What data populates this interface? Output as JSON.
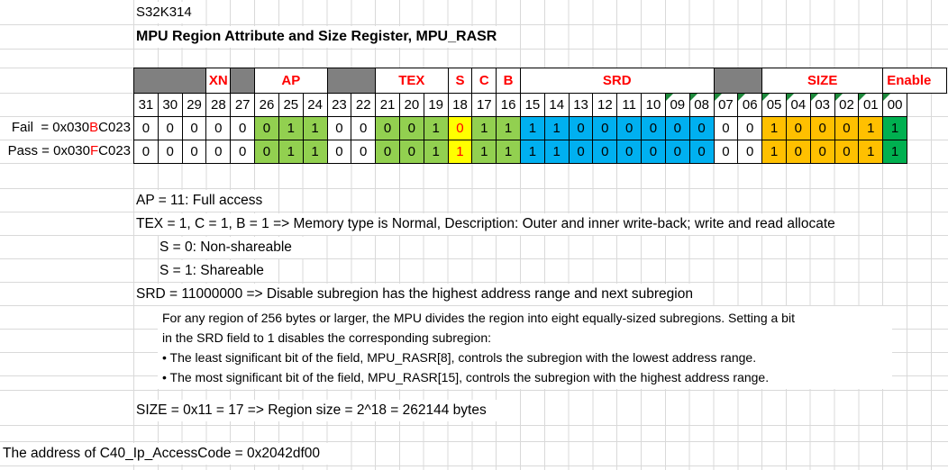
{
  "titles": {
    "chip": "S32K314",
    "register": "MPU Region Attribute and Size Register, MPU_RASR"
  },
  "register_table": {
    "fields": [
      {
        "label": "",
        "bits": 3,
        "type": "gray"
      },
      {
        "label": "XN",
        "bits": 1,
        "type": "field"
      },
      {
        "label": "",
        "bits": 1,
        "type": "gray"
      },
      {
        "label": "AP",
        "bits": 3,
        "type": "field"
      },
      {
        "label": "",
        "bits": 2,
        "type": "gray"
      },
      {
        "label": "TEX",
        "bits": 3,
        "type": "field"
      },
      {
        "label": "S",
        "bits": 1,
        "type": "field"
      },
      {
        "label": "C",
        "bits": 1,
        "type": "field"
      },
      {
        "label": "B",
        "bits": 1,
        "type": "field"
      },
      {
        "label": "SRD",
        "bits": 8,
        "type": "field"
      },
      {
        "label": "",
        "bits": 2,
        "type": "gray"
      },
      {
        "label": "SIZE",
        "bits": 5,
        "type": "field"
      },
      {
        "label": "Enable",
        "bits": 1,
        "type": "field"
      }
    ],
    "bit_numbers": [
      "31",
      "30",
      "29",
      "28",
      "27",
      "26",
      "25",
      "24",
      "23",
      "22",
      "21",
      "20",
      "19",
      "18",
      "17",
      "16",
      "15",
      "14",
      "13",
      "12",
      "11",
      "10",
      "09",
      "08",
      "07",
      "06",
      "05",
      "04",
      "03",
      "02",
      "01",
      "00"
    ],
    "flagged_bit_numbers": [
      "09",
      "08",
      "07",
      "06",
      "05",
      "04",
      "03",
      "02",
      "01",
      "00"
    ],
    "cell_colors": [
      "w",
      "w",
      "w",
      "w",
      "w",
      "g",
      "g",
      "g",
      "w",
      "w",
      "g",
      "g",
      "g",
      "y",
      "g",
      "g",
      "b",
      "b",
      "b",
      "b",
      "b",
      "b",
      "b",
      "b",
      "w",
      "w",
      "o",
      "o",
      "o",
      "o",
      "o",
      "e"
    ],
    "color_map": {
      "w": "#FFFFFF",
      "g": "#92D050",
      "y": "#FFFF00",
      "b": "#00B0F0",
      "o": "#FFC000",
      "e": "#00B050"
    },
    "rows": [
      {
        "label_prefix": "Fail  = 0x030",
        "label_red": "B",
        "label_suffix": "C023",
        "bits": [
          "0",
          "0",
          "0",
          "0",
          "0",
          "0",
          "1",
          "1",
          "0",
          "0",
          "0",
          "0",
          "1",
          "0",
          "1",
          "1",
          "1",
          "1",
          "0",
          "0",
          "0",
          "0",
          "0",
          "0",
          "0",
          "0",
          "1",
          "0",
          "0",
          "0",
          "1",
          "1"
        ]
      },
      {
        "label_prefix": "Pass = 0x030",
        "label_red": "F",
        "label_suffix": "C023",
        "bits": [
          "0",
          "0",
          "0",
          "0",
          "0",
          "0",
          "1",
          "1",
          "0",
          "0",
          "0",
          "0",
          "1",
          "1",
          "1",
          "1",
          "1",
          "1",
          "0",
          "0",
          "0",
          "0",
          "0",
          "0",
          "0",
          "0",
          "1",
          "0",
          "0",
          "0",
          "1",
          "1"
        ]
      }
    ]
  },
  "notes": {
    "ap": "AP = 11: Full access",
    "tex": "TEX = 1, C = 1, B = 1 => Memory type is Normal, Description: Outer and inner write-back; write and read allocate",
    "s0": "S = 0: Non-shareable",
    "s1": "S = 1: Shareable",
    "srd": "SRD = 11000000 => Disable subregion has the highest address range and next subregion",
    "srd_detail1": "For any region of 256 bytes or larger, the MPU divides the region into eight equally-sized subregions. Setting a bit",
    "srd_detail2": "in the SRD field to 1 disables the corresponding subregion:",
    "srd_bullet1": "• The least significant bit of the field, MPU_RASR[8], controls the subregion with the lowest address range.",
    "srd_bullet2": "• The most significant bit of the field, MPU_RASR[15], controls the subregion with the highest address range.",
    "size": "SIZE = 0x11 = 17 => Region size = 2^18 = 262144 bytes",
    "address": "The address of C40_Ip_AccessCode = 0x2042df00"
  },
  "colors": {
    "field_label": "#FF0000",
    "highlight_text": "#FF0000",
    "reserved_gray": "#808080",
    "gridline": "#D9D9D9",
    "indicator_green": "#1E8A3C"
  }
}
